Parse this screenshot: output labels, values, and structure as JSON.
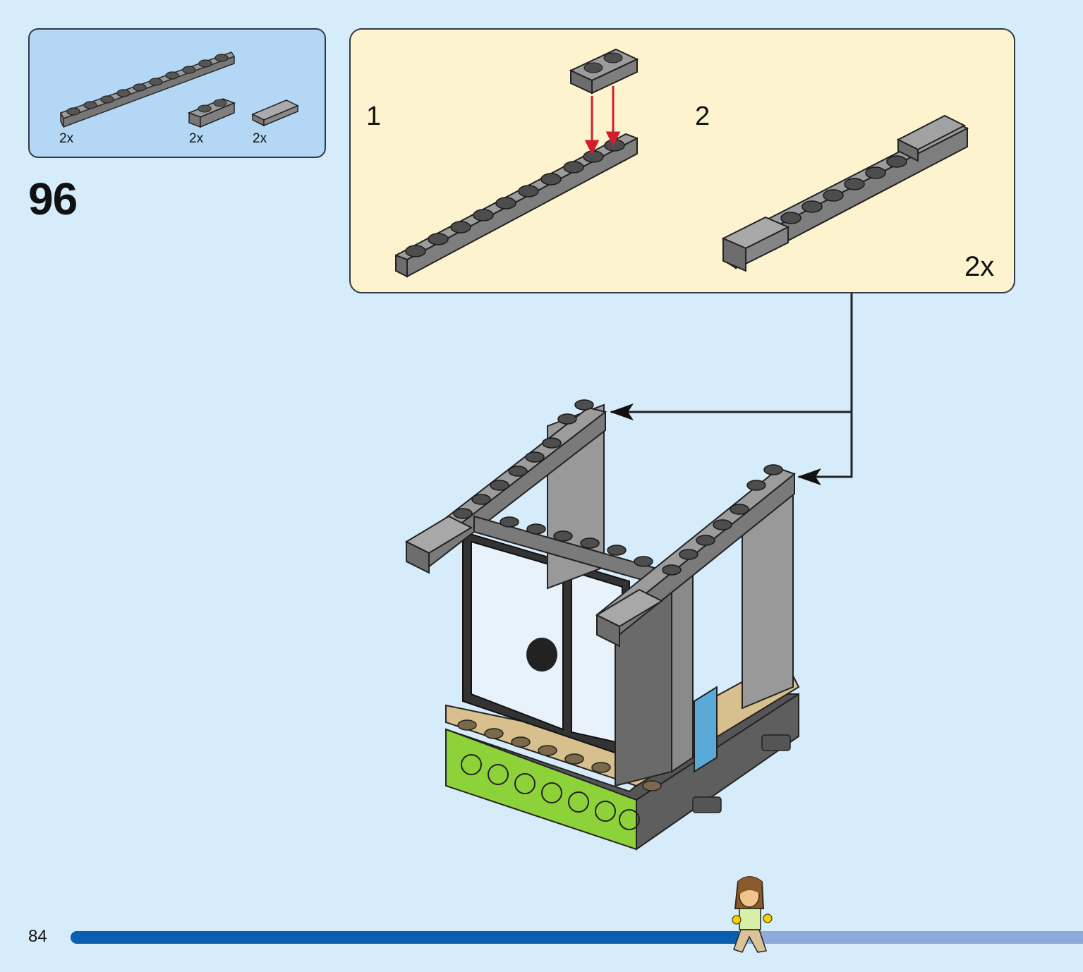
{
  "page": {
    "step_number": "96",
    "page_number": "84"
  },
  "parts_list": {
    "items": [
      {
        "part": "long plate",
        "quantity": "2x"
      },
      {
        "part": "2-stud plate",
        "quantity": "2x"
      },
      {
        "part": "tile",
        "quantity": "2x"
      }
    ]
  },
  "substeps": {
    "step1_label": "1",
    "step2_label": "2",
    "multiplier": "2x"
  },
  "progress": {
    "fraction": 0.66
  },
  "colors": {
    "background": "#d6ecfb",
    "parts_box": "#b3d7f4",
    "substep_box": "#fdf3cf",
    "brick_gray": "#8c8c8c",
    "dark_gray": "#5a5a5a",
    "lime": "#8ed23a",
    "tan": "#d7c08e",
    "arrow_red": "#d21e2b",
    "progress_fill": "#0a5fb0",
    "progress_track": "#8ea9da"
  },
  "icons": [
    "minifigure-icon",
    "arrow-icon"
  ]
}
